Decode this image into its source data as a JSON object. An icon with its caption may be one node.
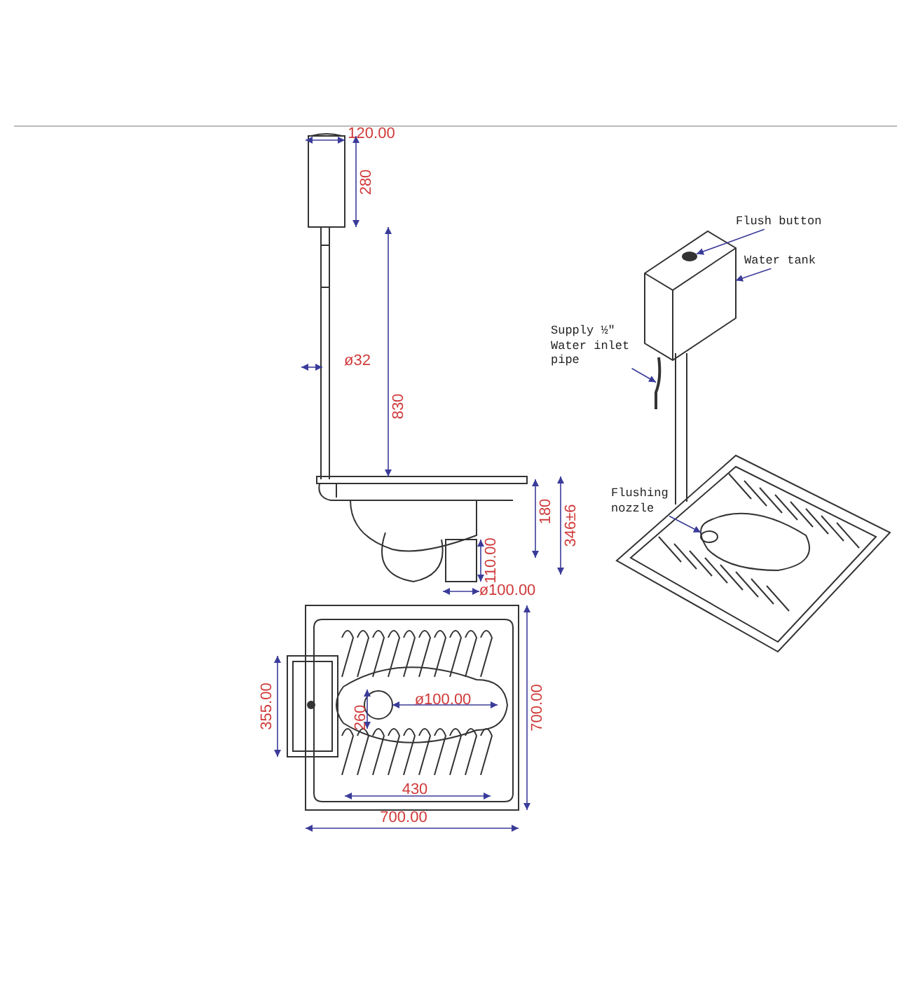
{
  "diagram": {
    "nodes": [
      {
        "text": [
          "Flush button"
        ]
      },
      {
        "text": [
          "Water tank"
        ]
      },
      {
        "text": [
          "Supply ½\" Water inlet pipe"
        ]
      },
      {
        "text": [
          "Flushing nozzle"
        ]
      },
      {
        "text": [],
        "shape": "circle",
        "in": 5
      },
      {
        "text": [],
        "shape": "box"
      },
      {
        "text": [],
        "shape": "bar"
      },
      {
        "text": [],
        "shape": "circle"
      }
    ],
    "edges": [
      {
        "from": 0,
        "to": 4,
        "arrow": "to"
      },
      {
        "from": 1,
        "to": 5,
        "arrow": "to"
      },
      {
        "from": 2,
        "to": 6,
        "arrow": "to"
      },
      {
        "from": 3,
        "to": 7,
        "arrow": "to"
      }
    ],
    "labels": [
      "120.00",
      "280",
      "ø32",
      "830",
      "180",
      "346±6",
      "110.00",
      "ø100.00",
      "355.00",
      "260",
      "ø100.00",
      "700.00",
      "430",
      "700.00"
    ]
  }
}
